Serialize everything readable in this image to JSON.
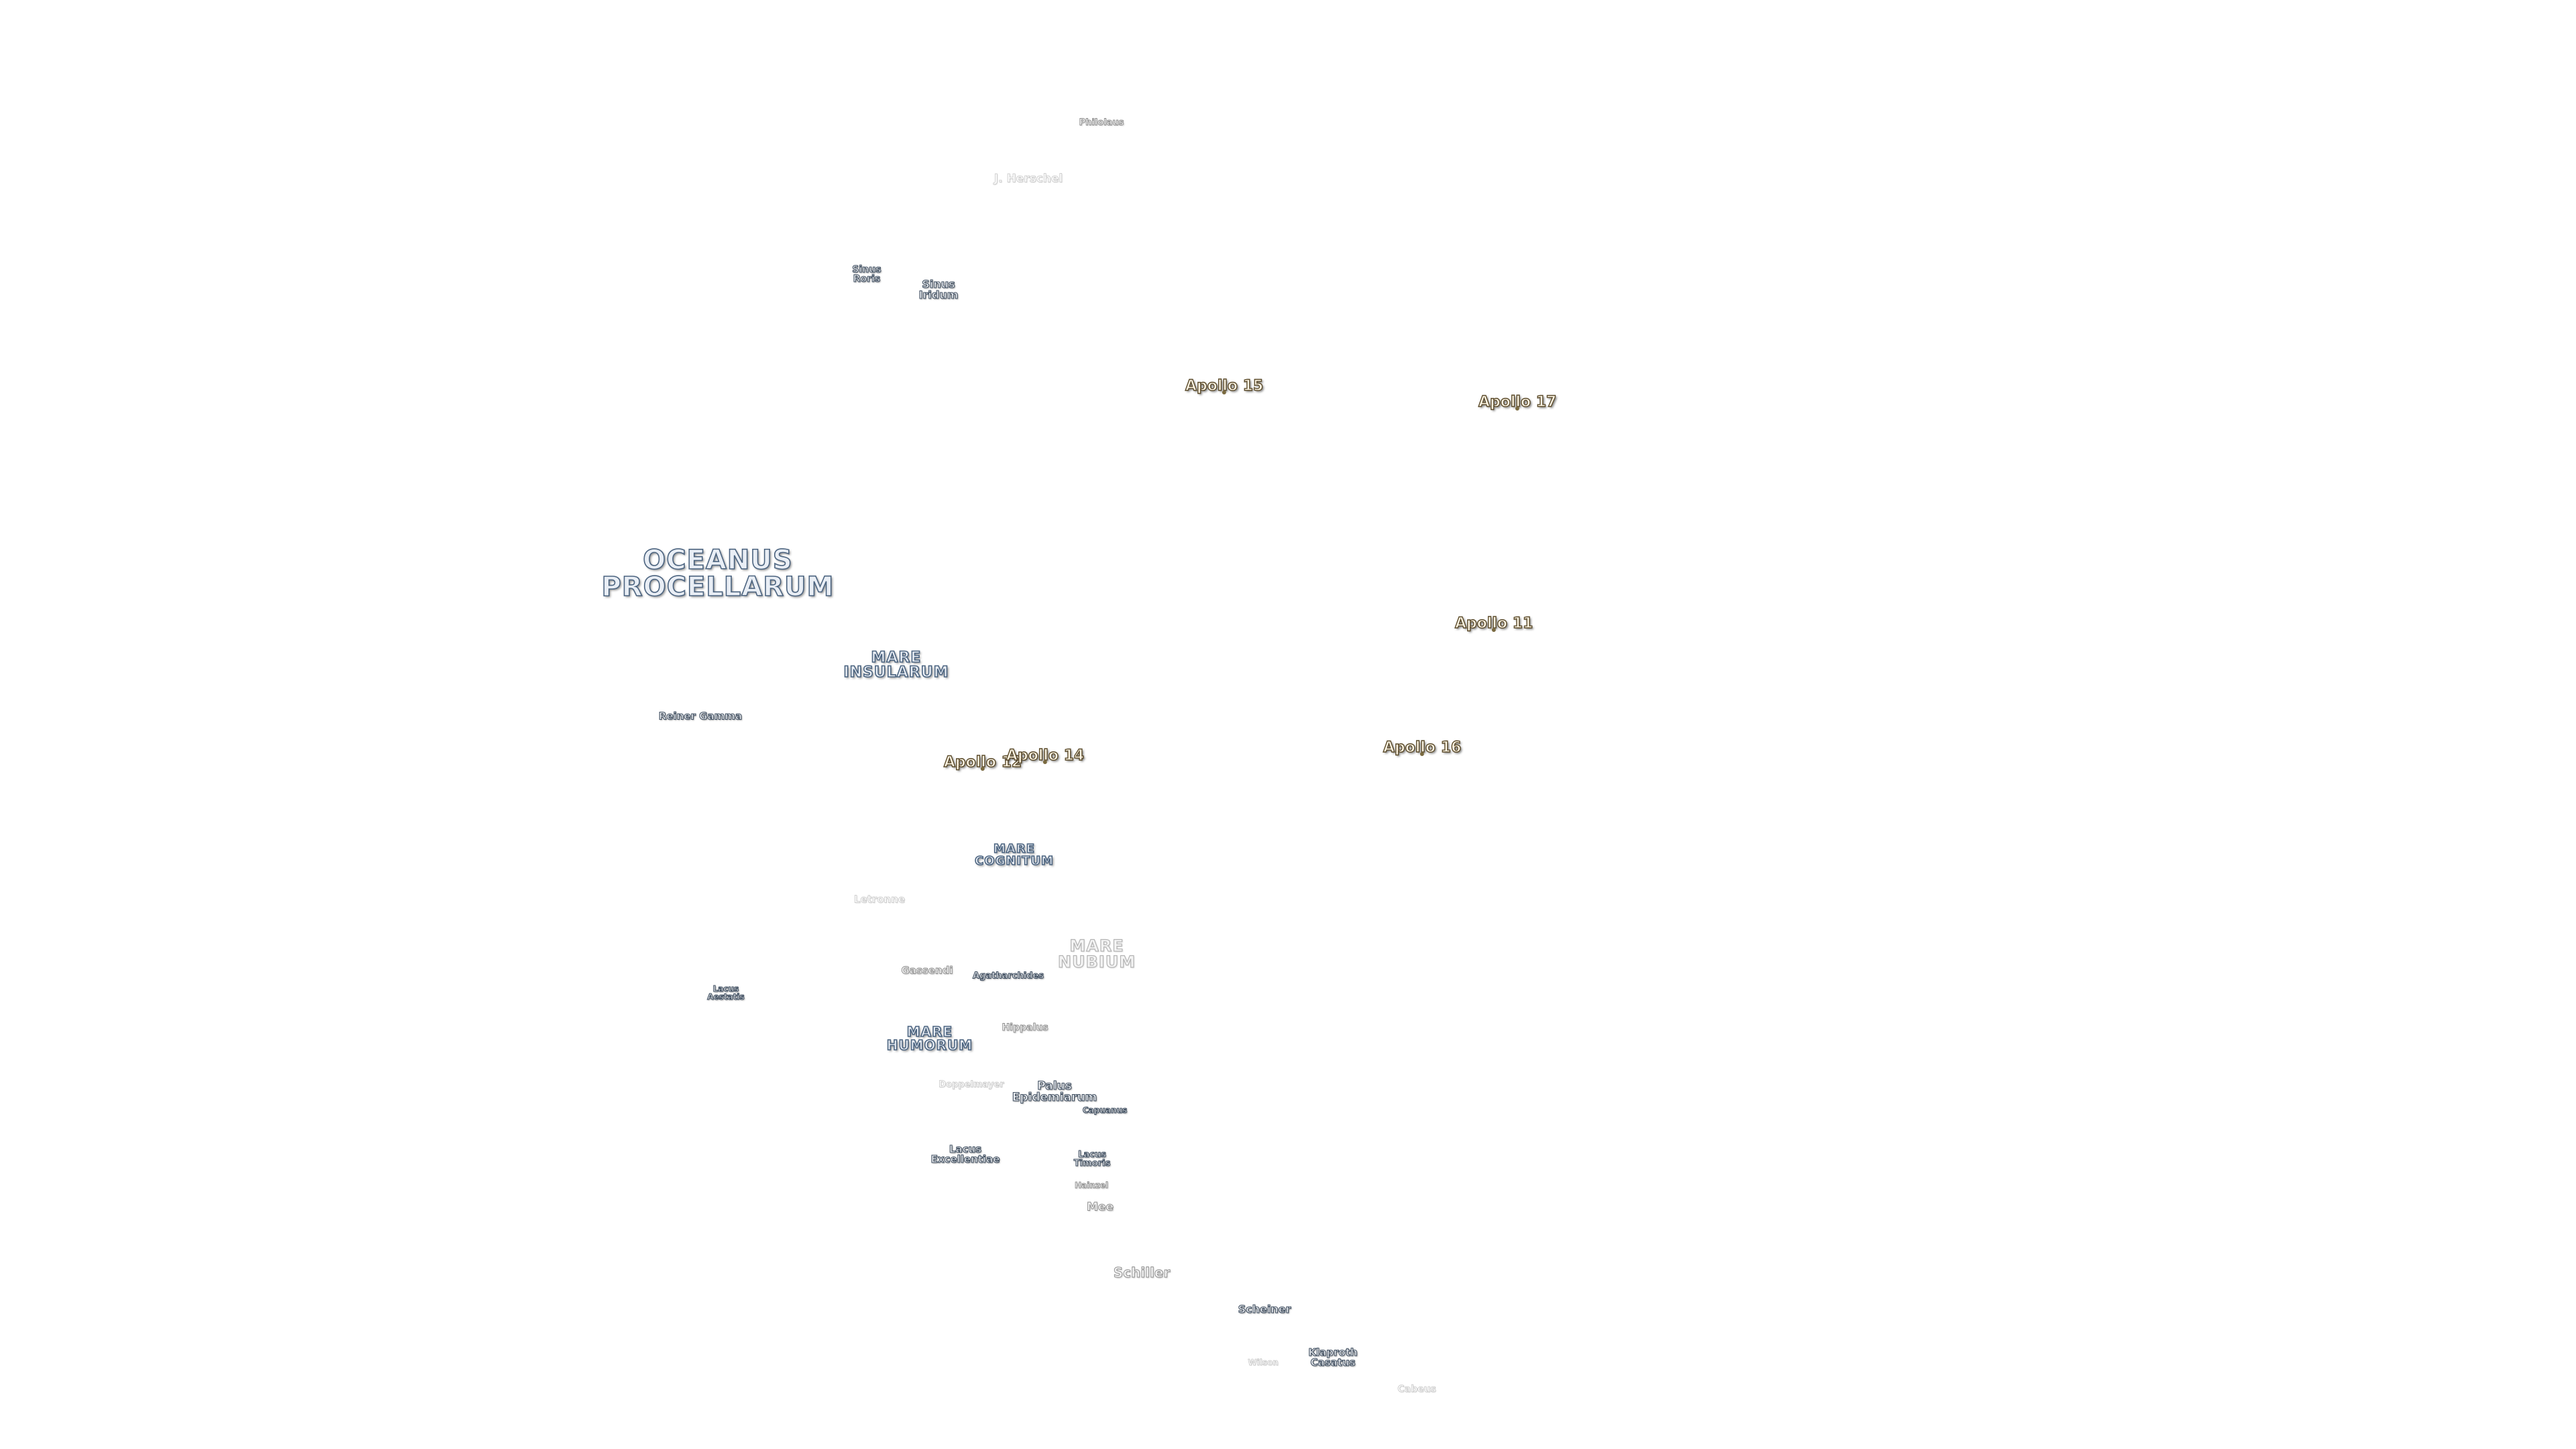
{
  "labels": {
    "oceanus_procellarum": "OCEANUS\nPROCELLARUM",
    "mare_insularum": "MARE\nINSULARUM",
    "mare_cognitum": "MARE\nCOGNITUM",
    "mare_nubium": "MARE\nNUBIUM",
    "mare_humorum": "MARE\nHUMORUM",
    "philolaus": "Philolaus",
    "j_herschel": "J. Herschel",
    "sinus_roris": "Sinus\nRoris",
    "sinus_iridum": "Sinus\nIridum",
    "reiner_gamma": "Reiner Gamma",
    "letronne": "Letronne",
    "gassendi": "Gassendi",
    "agatharchides": "Agatharchides",
    "lacus_aestatis": "Lacus\nAestatis",
    "hippalus": "Hippalus",
    "doppelmayer": "Doppelmayer",
    "palus_epidemiarum": "Palus\nEpidemiarum",
    "capuanus": "Capuanus",
    "lacus_excellentiae": "Lacus\nExcellentiae",
    "lacus_timoris": "Lacus\nTimoris",
    "hainzel": "Hainzel",
    "mee": "Mee",
    "schiller": "Schiller",
    "scheiner": "Scheiner",
    "klaproth_casatus": "Klaproth\nCasatus",
    "wilson": "Wilson",
    "cabeus": "Cabeus"
  },
  "apollo_sites": {
    "a11": "Apollo 11",
    "a12": "Apollo 12",
    "a14": "Apollo 14",
    "a15": "Apollo 15",
    "a16": "Apollo 16",
    "a17": "Apollo 17"
  },
  "colors": {
    "background": "#ffffff",
    "mare_outline": "#4c6480",
    "feature_outline": "#3f4e60",
    "apollo_outline": "#5a4a2a"
  }
}
